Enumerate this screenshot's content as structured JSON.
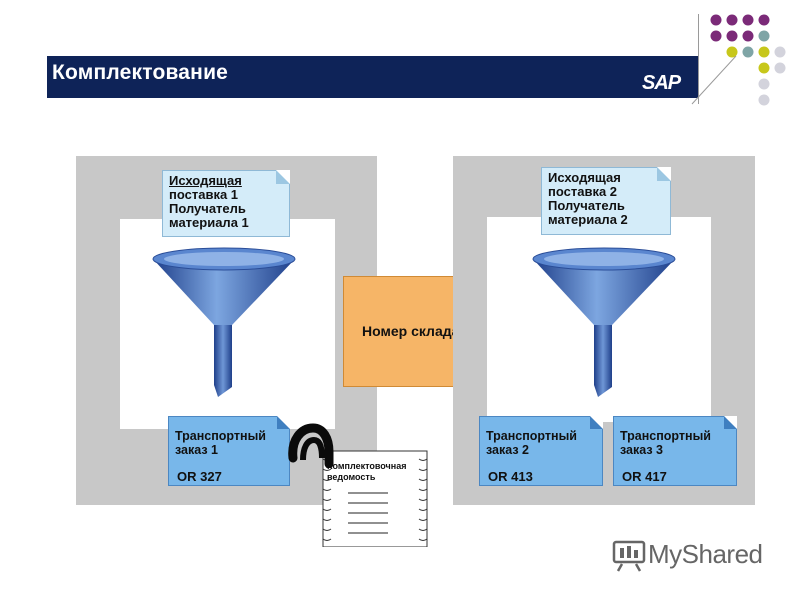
{
  "header": {
    "title": "Комплектование",
    "logo": "SAP"
  },
  "decor": {
    "dots": [
      [
        "#7b2a78",
        "#7b2a78",
        "#7b2a78",
        "#7b2a78"
      ],
      [
        "#7b2a78",
        "#7b2a78",
        "#7b2a78",
        "#7fa5a6"
      ],
      [
        "#c7c71b",
        "#7fa5a6",
        "#c7c71b",
        "#d3d3dc"
      ],
      [
        "#c7c71b",
        "#d3d3dc"
      ],
      [
        "#d3d3dc"
      ],
      [
        "#d3d3dc"
      ]
    ]
  },
  "left_panel": {
    "note": [
      "Исходящая",
      "поставка 1",
      "Получатель",
      "материала 1"
    ],
    "transport_order": {
      "label": "Транспортный\nзаказ 1",
      "number": "OR 327"
    }
  },
  "right_panel": {
    "note": [
      "Исходящая",
      "поставка 2",
      "Получатель",
      "материала 2"
    ],
    "transport_orders": [
      {
        "label": "Транспортный\nзаказ 2",
        "number": "OR 413"
      },
      {
        "label": "Транспортный\nзаказ 3",
        "number": "OR 417"
      }
    ]
  },
  "center": {
    "question": "Номер склада?"
  },
  "picking_list": {
    "title": "Комплектовочная ведомость"
  },
  "watermark": {
    "text": "MyShared"
  },
  "colors": {
    "title_bar": "#0e2358",
    "panel": "#c8c8c8",
    "note": "#d4ecf9",
    "transport_order": "#78b7ea",
    "warehouse": "#f6b567",
    "funnel": "#3b66b3"
  }
}
